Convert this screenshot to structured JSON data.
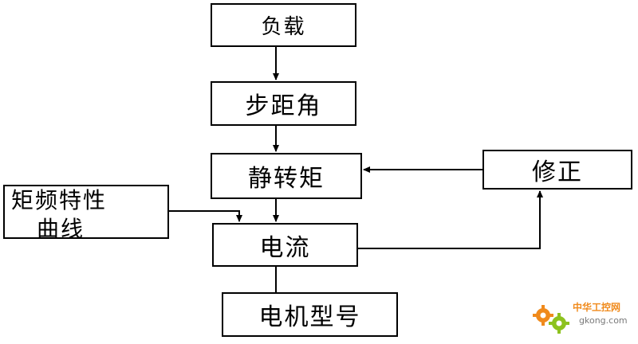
{
  "nodes": {
    "load": "负载",
    "step_angle": "步距角",
    "static_torque": "静转矩",
    "correction": "修正",
    "torque_freq_curve_line1": "矩频特性",
    "torque_freq_curve_line2": "曲线",
    "current": "电流",
    "motor_model": "电机型号"
  },
  "watermark": {
    "brand": "中华工控网",
    "domain": "gkong.com"
  },
  "colors": {
    "line": "#000000",
    "logo_orange": "#f08a1c",
    "logo_green": "#8dc21f"
  }
}
